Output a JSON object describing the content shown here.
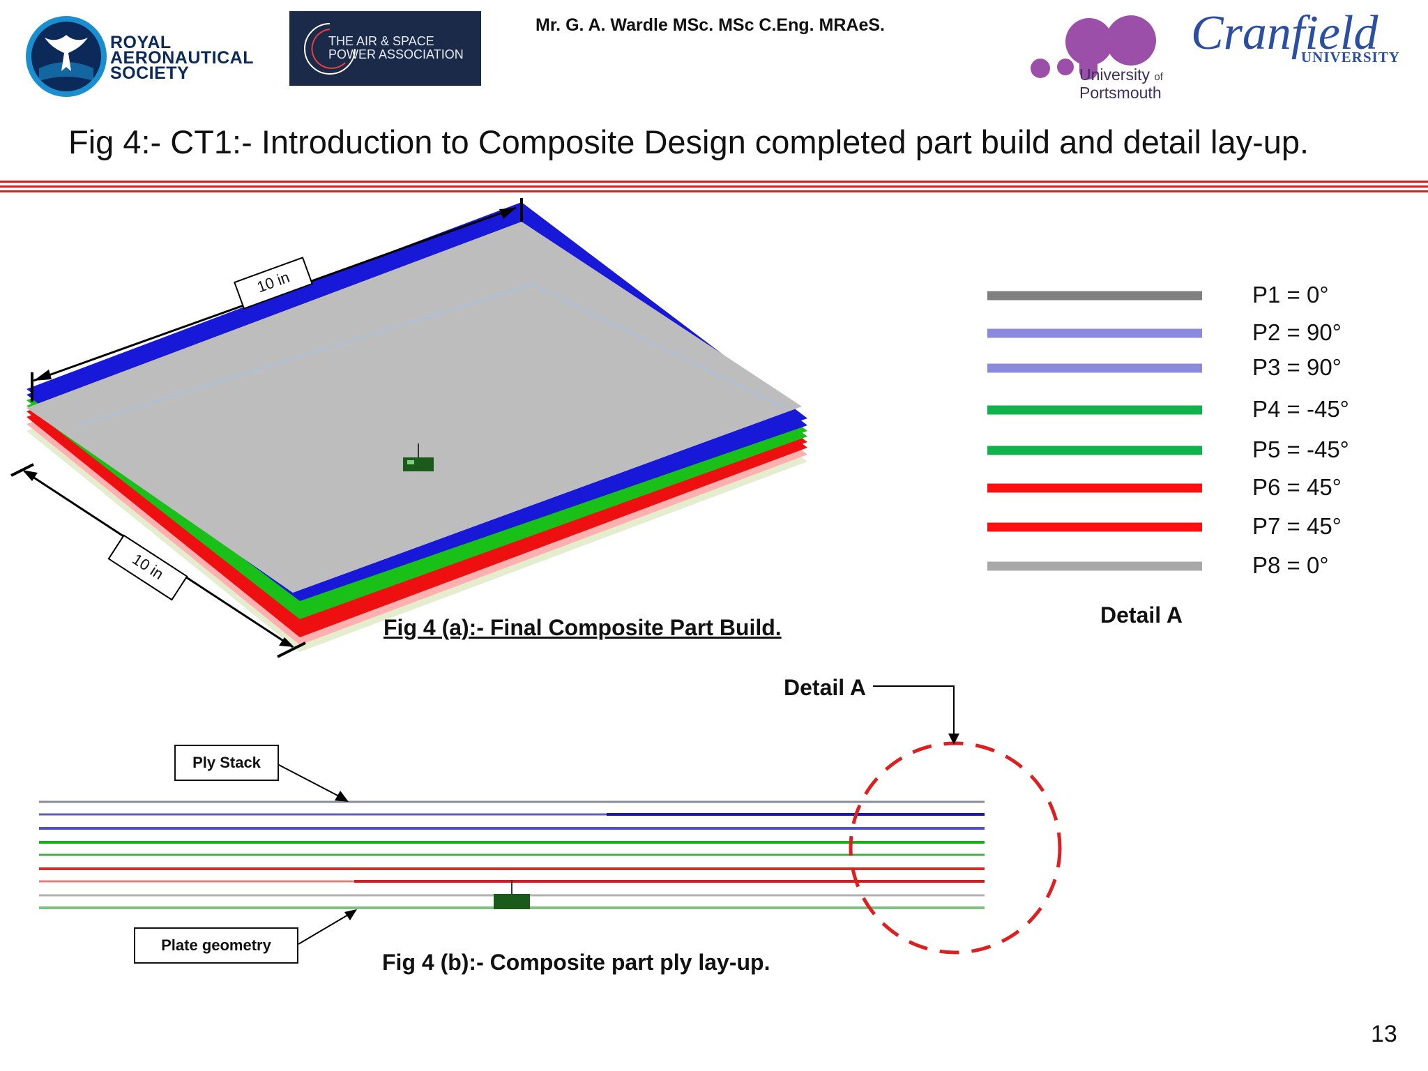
{
  "header": {
    "author": "Mr. G. A. Wardle MSc. MSc C.Eng. MRAeS.",
    "ras_logo": {
      "line1": "ROYAL",
      "line2": "AERONAUTICAL",
      "line3": "SOCIETY"
    },
    "aspa_logo": {
      "line1": "THE AIR & SPACE",
      "line2": "POWER ASSOCIATION"
    },
    "portsmouth_logo": {
      "line1": "University",
      "of": "of",
      "line2": "Portsmouth"
    },
    "cranfield_logo": {
      "name": "Cranfield",
      "sub": "UNIVERSITY"
    }
  },
  "title": "Fig 4:- CT1:- Introduction to Composite Design completed part build and detail lay-up.",
  "fig_a": {
    "caption": "Fig 4 (a):- Final Composite Part Build.",
    "dim_top": "10 in",
    "dim_side": "10 in"
  },
  "detail_legend": {
    "title": "Detail A",
    "plies": [
      {
        "label": "P1 = 0°",
        "color": "#808080"
      },
      {
        "label": "P2 = 90°",
        "color": "#8a8adc"
      },
      {
        "label": "P3 = 90°",
        "color": "#8a8adc"
      },
      {
        "label": "P4 = -45°",
        "color": "#10b24c"
      },
      {
        "label": "P5 = -45°",
        "color": "#10b24c"
      },
      {
        "label": "P6 = 45°",
        "color": "#ff1010"
      },
      {
        "label": "P7 = 45°",
        "color": "#ff1010"
      },
      {
        "label": "P8 = 0°",
        "color": "#a8a8a8"
      }
    ]
  },
  "fig_b": {
    "caption": "Fig 4 (b):- Composite part ply lay-up.",
    "ply_stack_label": "Ply Stack",
    "plate_geometry_label": "Plate geometry",
    "detail_callout": "Detail A"
  },
  "page_number": "13",
  "colors": {
    "rule_red": "#e01818",
    "plate_gray": "#bdbdbd",
    "ply_blue": "#1818d8",
    "ply_green": "#18c018",
    "ply_red": "#ee1010",
    "detail_circle": "#dd1f1f"
  }
}
